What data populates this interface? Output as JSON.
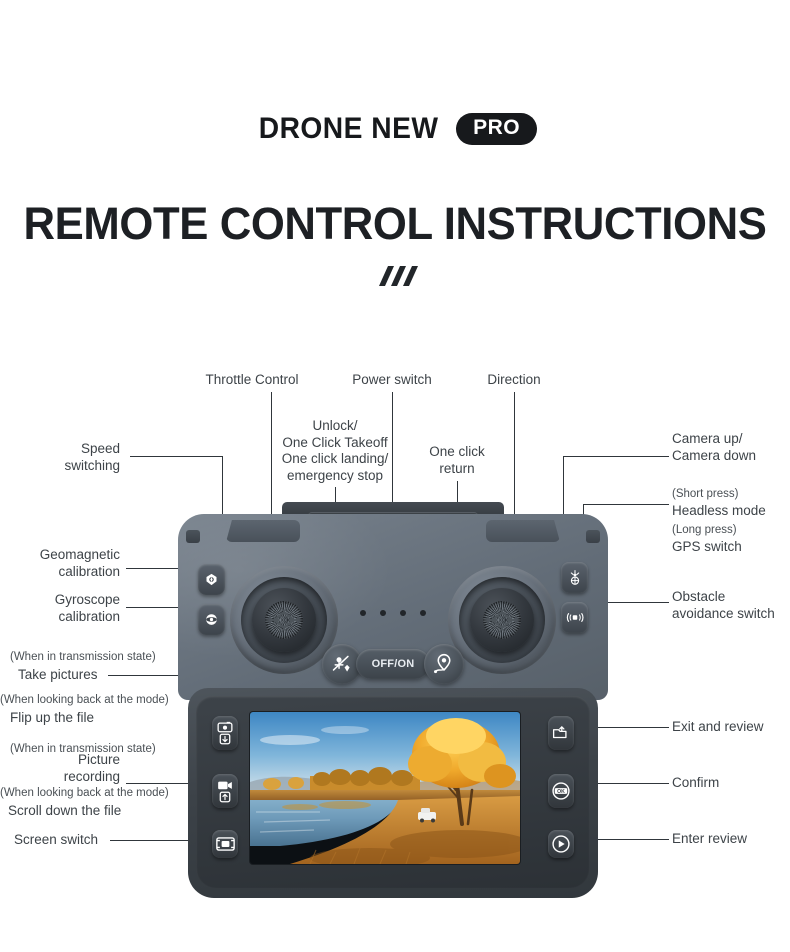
{
  "header": {
    "brand_name": "DRONE NEW",
    "brand_badge": "PRO",
    "title": "REMOTE CONTROL INSTRUCTIONS",
    "divider_icon": "triple-slash-divider"
  },
  "colors": {
    "text": "#3d4348",
    "title": "#1d2024",
    "badge_bg": "#17191c",
    "body_upper": "#6d7782",
    "body_lower": "#3c4248",
    "leader_line": "#30363b"
  },
  "callouts": {
    "throttle_control": "Throttle Control",
    "power_switch": "Power switch",
    "direction": "Direction",
    "unlock_takeoff": "Unlock/\nOne Click Takeoff\nOne click landing/\nemergency stop",
    "one_click_return": "One click\nreturn",
    "speed_switching": "Speed\nswitching",
    "geomagnetic_calibration": "Geomagnetic\ncalibration",
    "gyroscope_calibration": "Gyroscope\ncalibration",
    "camera_up_down": "Camera up/\nCamera down",
    "short_press": "(Short press)",
    "headless_mode": "Headless mode",
    "long_press": "(Long press)",
    "gps_switch": "GPS switch",
    "obstacle_avoidance": "Obstacle\navoidance switch",
    "transmission_state_1": "(When in transmission state)",
    "take_pictures": "Take pictures",
    "looking_back_1": "(When looking back at the mode)",
    "flip_up_file": "Flip up the file",
    "transmission_state_2": "(When in transmission state)",
    "picture_recording": "Picture\nrecording",
    "looking_back_2": "(When looking back at the mode)",
    "scroll_down_file": "Scroll down the file",
    "screen_switch": "Screen switch",
    "exit_and_review": "Exit and review",
    "confirm": "Confirm",
    "enter_review": "Enter review"
  },
  "remote": {
    "power_button_label": "OFF/ON",
    "buttons": {
      "geomagnetic": "geomagnetic-calibration-icon",
      "gyroscope": "gyroscope-calibration-icon",
      "gps": "gps-headless-icon",
      "obstacle": "obstacle-avoidance-icon",
      "unlock": "unlock-takeoff-icon",
      "return": "one-click-return-icon",
      "photo": "take-picture-icon",
      "video": "video-record-icon",
      "screen": "screen-switch-icon",
      "exit": "exit-review-icon",
      "ok": "confirm-ok-icon",
      "enter": "enter-review-icon"
    },
    "led_count": 4,
    "screen_image": "autumn-lake-landscape-photo"
  }
}
